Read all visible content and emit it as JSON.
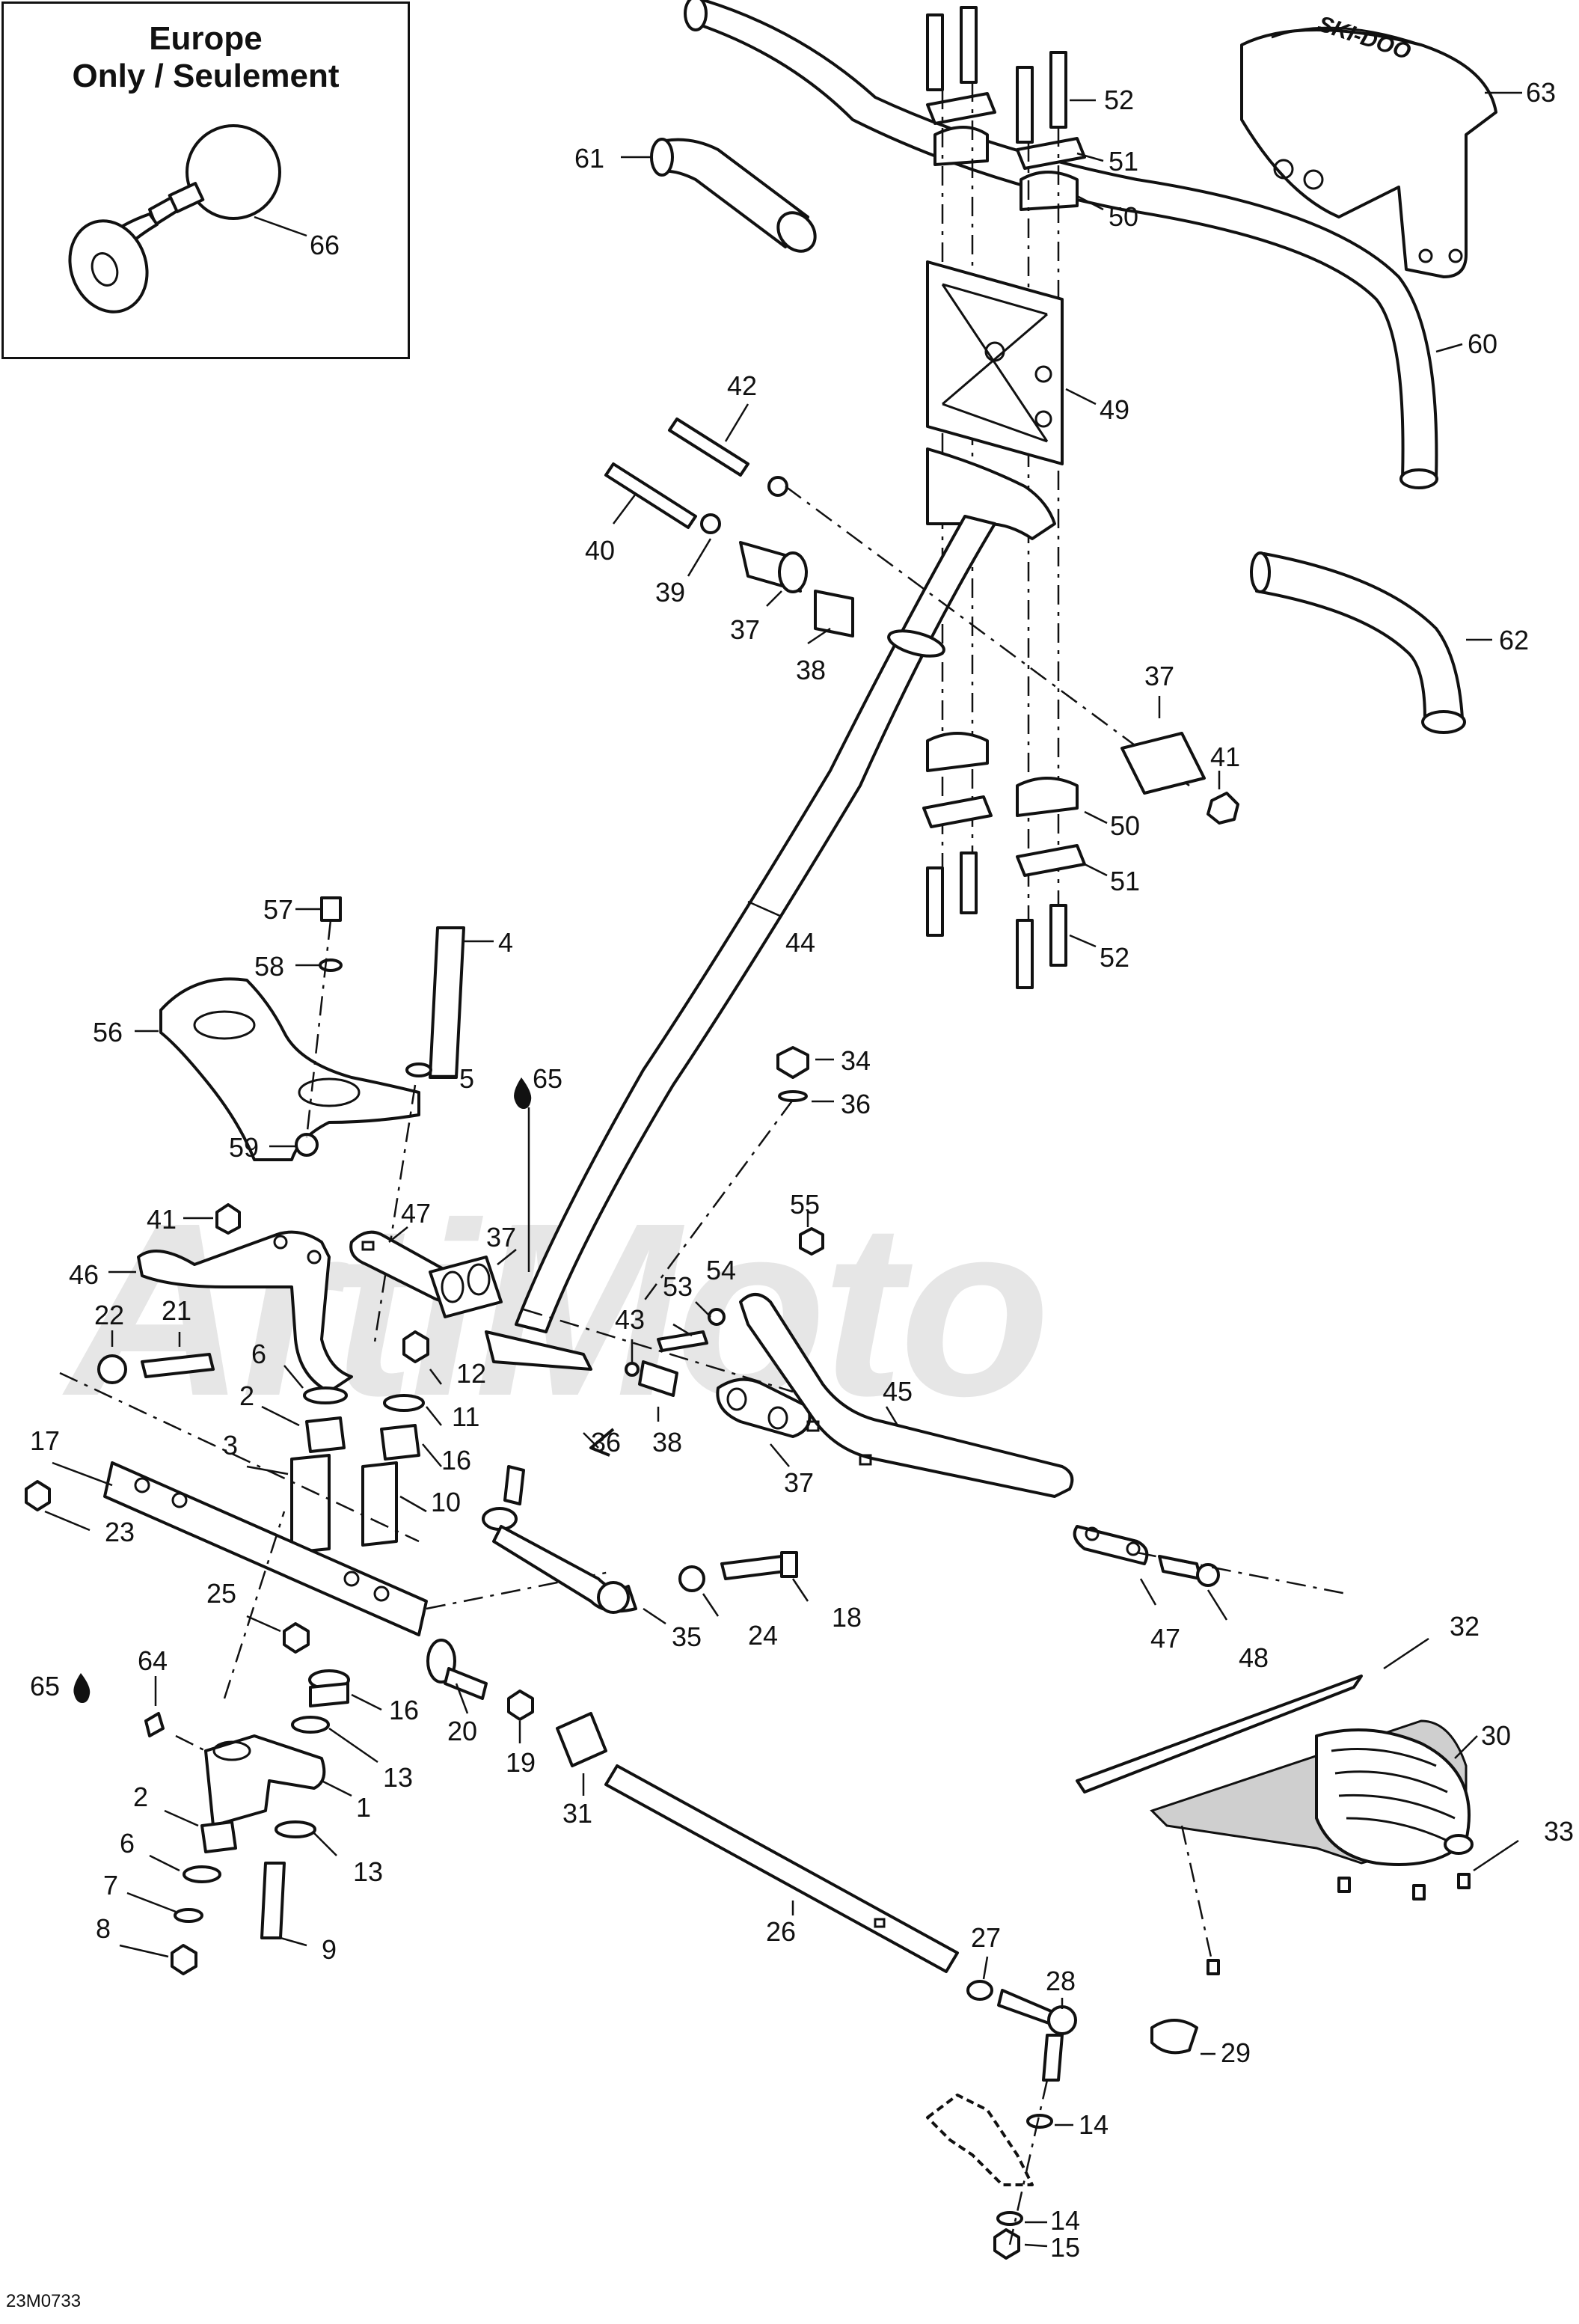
{
  "inset": {
    "title_line1": "Europe",
    "title_line2": "Only / Seulement"
  },
  "drawing_code": "23M0733",
  "watermark_text": "ArtiMoto",
  "colors": {
    "line": "#111111",
    "part_fill": "#ffffff",
    "shade": "#cfcfcf",
    "watermark": "#e6e6e6"
  },
  "icons": {
    "lubricant": "oil-drop-icon"
  },
  "callouts": {
    "c66": "66",
    "c61": "61",
    "c52a": "52",
    "c51a": "51",
    "c50a": "50",
    "c63": "63",
    "c60": "60",
    "c49": "49",
    "c42": "42",
    "c40": "40",
    "c39": "39",
    "c37a": "37",
    "c38a": "38",
    "c62": "62",
    "c37b": "37",
    "c41a": "41",
    "c50b": "50",
    "c51b": "51",
    "c52b": "52",
    "c44": "44",
    "c57": "57",
    "c4": "4",
    "c58": "58",
    "c56": "56",
    "c5": "5",
    "c59": "59",
    "c34": "34",
    "c36a": "36",
    "c65a": "65",
    "c41b": "41",
    "c47a": "47",
    "c37c": "37",
    "c46": "46",
    "c55": "55",
    "c53": "53",
    "c54": "54",
    "c43": "43",
    "c22": "22",
    "c21": "21",
    "c6a": "6",
    "c12": "12",
    "c2a": "2",
    "c11": "11",
    "c45": "45",
    "c17": "17",
    "c3": "3",
    "c16a": "16",
    "c36b": "36",
    "c38b": "38",
    "c10": "10",
    "c23": "23",
    "c37d": "37",
    "c25": "25",
    "c35": "35",
    "c24": "24",
    "c18": "18",
    "c47b": "47",
    "c48": "48",
    "c32": "32",
    "c64": "64",
    "c65b": "65",
    "c16b": "16",
    "c20": "20",
    "c19": "19",
    "c13a": "13",
    "c1": "1",
    "c31": "31",
    "c30": "30",
    "c2b": "2",
    "c6b": "6",
    "c13b": "13",
    "c33": "33",
    "c7": "7",
    "c8": "8",
    "c9": "9",
    "c26": "26",
    "c27": "27",
    "c28": "28",
    "c29": "29",
    "c14a": "14",
    "c14b": "14",
    "c15": "15"
  }
}
